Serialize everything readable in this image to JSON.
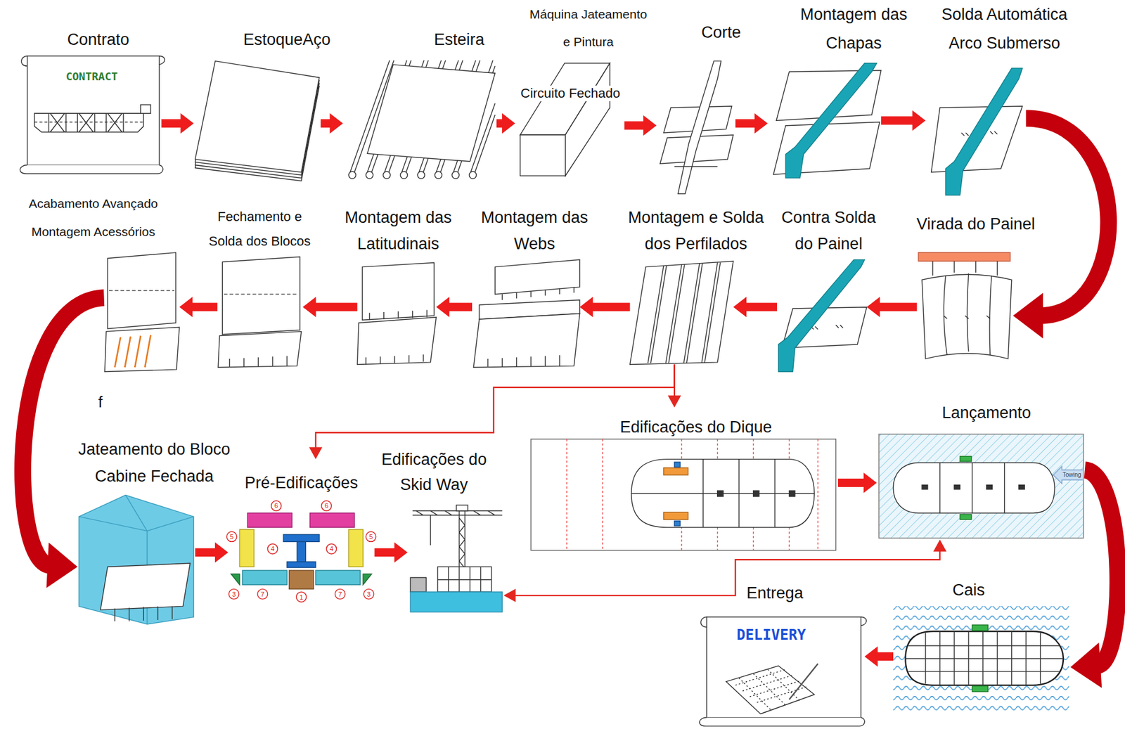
{
  "diagram": {
    "nodes": [
      {
        "text": [
          "Contrato",
          "CONTRACT"
        ]
      },
      {
        "text": [
          "EstoqueAço"
        ]
      },
      {
        "text": [
          "Esteira"
        ]
      },
      {
        "text": [
          "Máquina Jateamento e Pintura",
          "Circuito Fechado"
        ]
      },
      {
        "text": [
          "Corte"
        ]
      },
      {
        "text": [
          "Montagem das Chapas"
        ]
      },
      {
        "text": [
          "Solda Automática Arco Submerso"
        ]
      },
      {
        "text": [
          "Virada do Painel"
        ]
      },
      {
        "text": [
          "Contra Solda do Painel"
        ]
      },
      {
        "text": [
          "Montagem e Solda dos Perfilados"
        ]
      },
      {
        "text": [
          "Montagem das Webs"
        ]
      },
      {
        "text": [
          "Montagem das Latitudinais"
        ]
      },
      {
        "text": [
          "Fechamento e Solda dos Blocos"
        ]
      },
      {
        "text": [
          "Acabamento Avançado Montagem Acessórios"
        ]
      },
      {
        "text": [
          "Jateamento do Bloco Cabine Fechada"
        ]
      },
      {
        "text": [
          "Pré-Edificações"
        ]
      },
      {
        "text": [
          "Edificações do Skid Way"
        ]
      },
      {
        "text": [
          "Edificações do Dique"
        ]
      },
      {
        "text": [
          "Lançamento"
        ]
      },
      {
        "text": [
          "Cais"
        ]
      },
      {
        "text": [
          "Entrega",
          "DELIVERY"
        ]
      }
    ],
    "edges": [
      {
        "from": 0,
        "to": 1,
        "arrow": "to"
      },
      {
        "from": 1,
        "to": 2,
        "arrow": "to"
      },
      {
        "from": 2,
        "to": 3,
        "arrow": "to"
      },
      {
        "from": 3,
        "to": 4,
        "arrow": "to"
      },
      {
        "from": 4,
        "to": 5,
        "arrow": "to"
      },
      {
        "from": 5,
        "to": 6,
        "arrow": "to"
      },
      {
        "from": 6,
        "to": 7,
        "arrow": "to"
      },
      {
        "from": 7,
        "to": 8,
        "arrow": "to"
      },
      {
        "from": 8,
        "to": 9,
        "arrow": "to"
      },
      {
        "from": 9,
        "to": 10,
        "arrow": "to"
      },
      {
        "from": 10,
        "to": 11,
        "arrow": "to"
      },
      {
        "from": 11,
        "to": 12,
        "arrow": "to"
      },
      {
        "from": 12,
        "to": 13,
        "arrow": "to"
      },
      {
        "from": 13,
        "to": 14,
        "arrow": "to"
      },
      {
        "from": 14,
        "to": 15,
        "arrow": "to"
      },
      {
        "from": 15,
        "to": 16,
        "arrow": "to"
      },
      {
        "from": 9,
        "to": 15,
        "arrow": "to"
      },
      {
        "from": 9,
        "to": 17,
        "arrow": "to"
      },
      {
        "from": 17,
        "to": 18,
        "arrow": "to"
      },
      {
        "from": 18,
        "to": 19,
        "arrow": "to"
      },
      {
        "from": 19,
        "to": 20,
        "arrow": "to"
      },
      {
        "from": 16,
        "to": 18,
        "arrow": "both"
      }
    ],
    "labels": [
      "f",
      "6",
      "6",
      "5",
      "4",
      "4",
      "5",
      "3",
      "7",
      "1",
      "7",
      "3",
      "Towing"
    ]
  }
}
